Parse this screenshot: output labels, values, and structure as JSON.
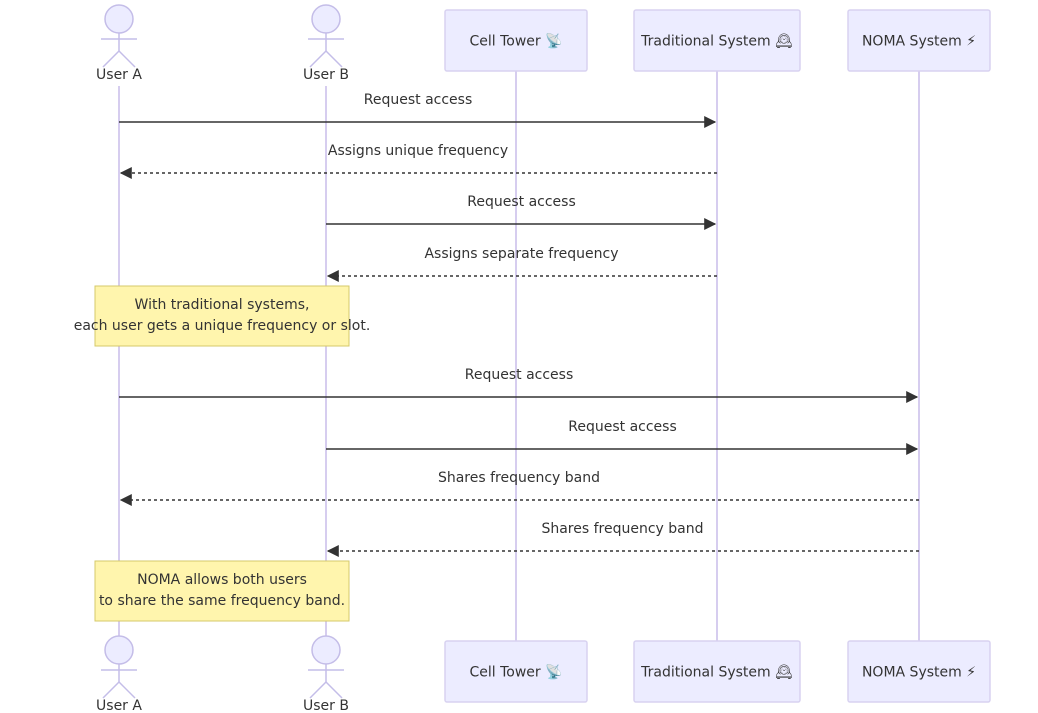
{
  "participants": [
    {
      "id": "ua",
      "label": "User A",
      "kind": "actor"
    },
    {
      "id": "ub",
      "label": "User B",
      "kind": "actor"
    },
    {
      "id": "ct",
      "label": "Cell Tower 📡",
      "kind": "box"
    },
    {
      "id": "ts",
      "label": "Traditional System 🕰",
      "kind": "box"
    },
    {
      "id": "ns",
      "label": "NOMA System ⚡",
      "kind": "box"
    }
  ],
  "messages": [
    {
      "from": "ua",
      "to": "ts",
      "text": "Request access",
      "style": "solid"
    },
    {
      "from": "ts",
      "to": "ua",
      "text": "Assigns unique frequency",
      "style": "dotted"
    },
    {
      "from": "ub",
      "to": "ts",
      "text": "Request access",
      "style": "solid"
    },
    {
      "from": "ts",
      "to": "ub",
      "text": "Assigns separate frequency",
      "style": "dotted"
    },
    {
      "from": "ua",
      "to": "ns",
      "text": "Request access",
      "style": "solid"
    },
    {
      "from": "ub",
      "to": "ns",
      "text": "Request access",
      "style": "solid"
    },
    {
      "from": "ns",
      "to": "ua",
      "text": "Shares frequency band",
      "style": "dotted"
    },
    {
      "from": "ns",
      "to": "ub",
      "text": "Shares frequency band",
      "style": "dotted"
    }
  ],
  "notes": [
    {
      "over": [
        "ua",
        "ub"
      ],
      "lines": [
        "With traditional systems,",
        "each user gets a unique frequency or slot."
      ]
    },
    {
      "over": [
        "ua",
        "ub"
      ],
      "lines": [
        "NOMA allows both users",
        "to share the same frequency band."
      ]
    }
  ],
  "colors": {
    "lifeline": "#d6cdef",
    "box_fill": "#ececff",
    "box_stroke": "#d8d2f0",
    "actor_fill": "#ececff",
    "actor_stroke": "#c4bde8",
    "arrow": "#333333",
    "note_fill": "#fff5ad",
    "note_stroke": "#d4c96a",
    "text": "#333333"
  }
}
